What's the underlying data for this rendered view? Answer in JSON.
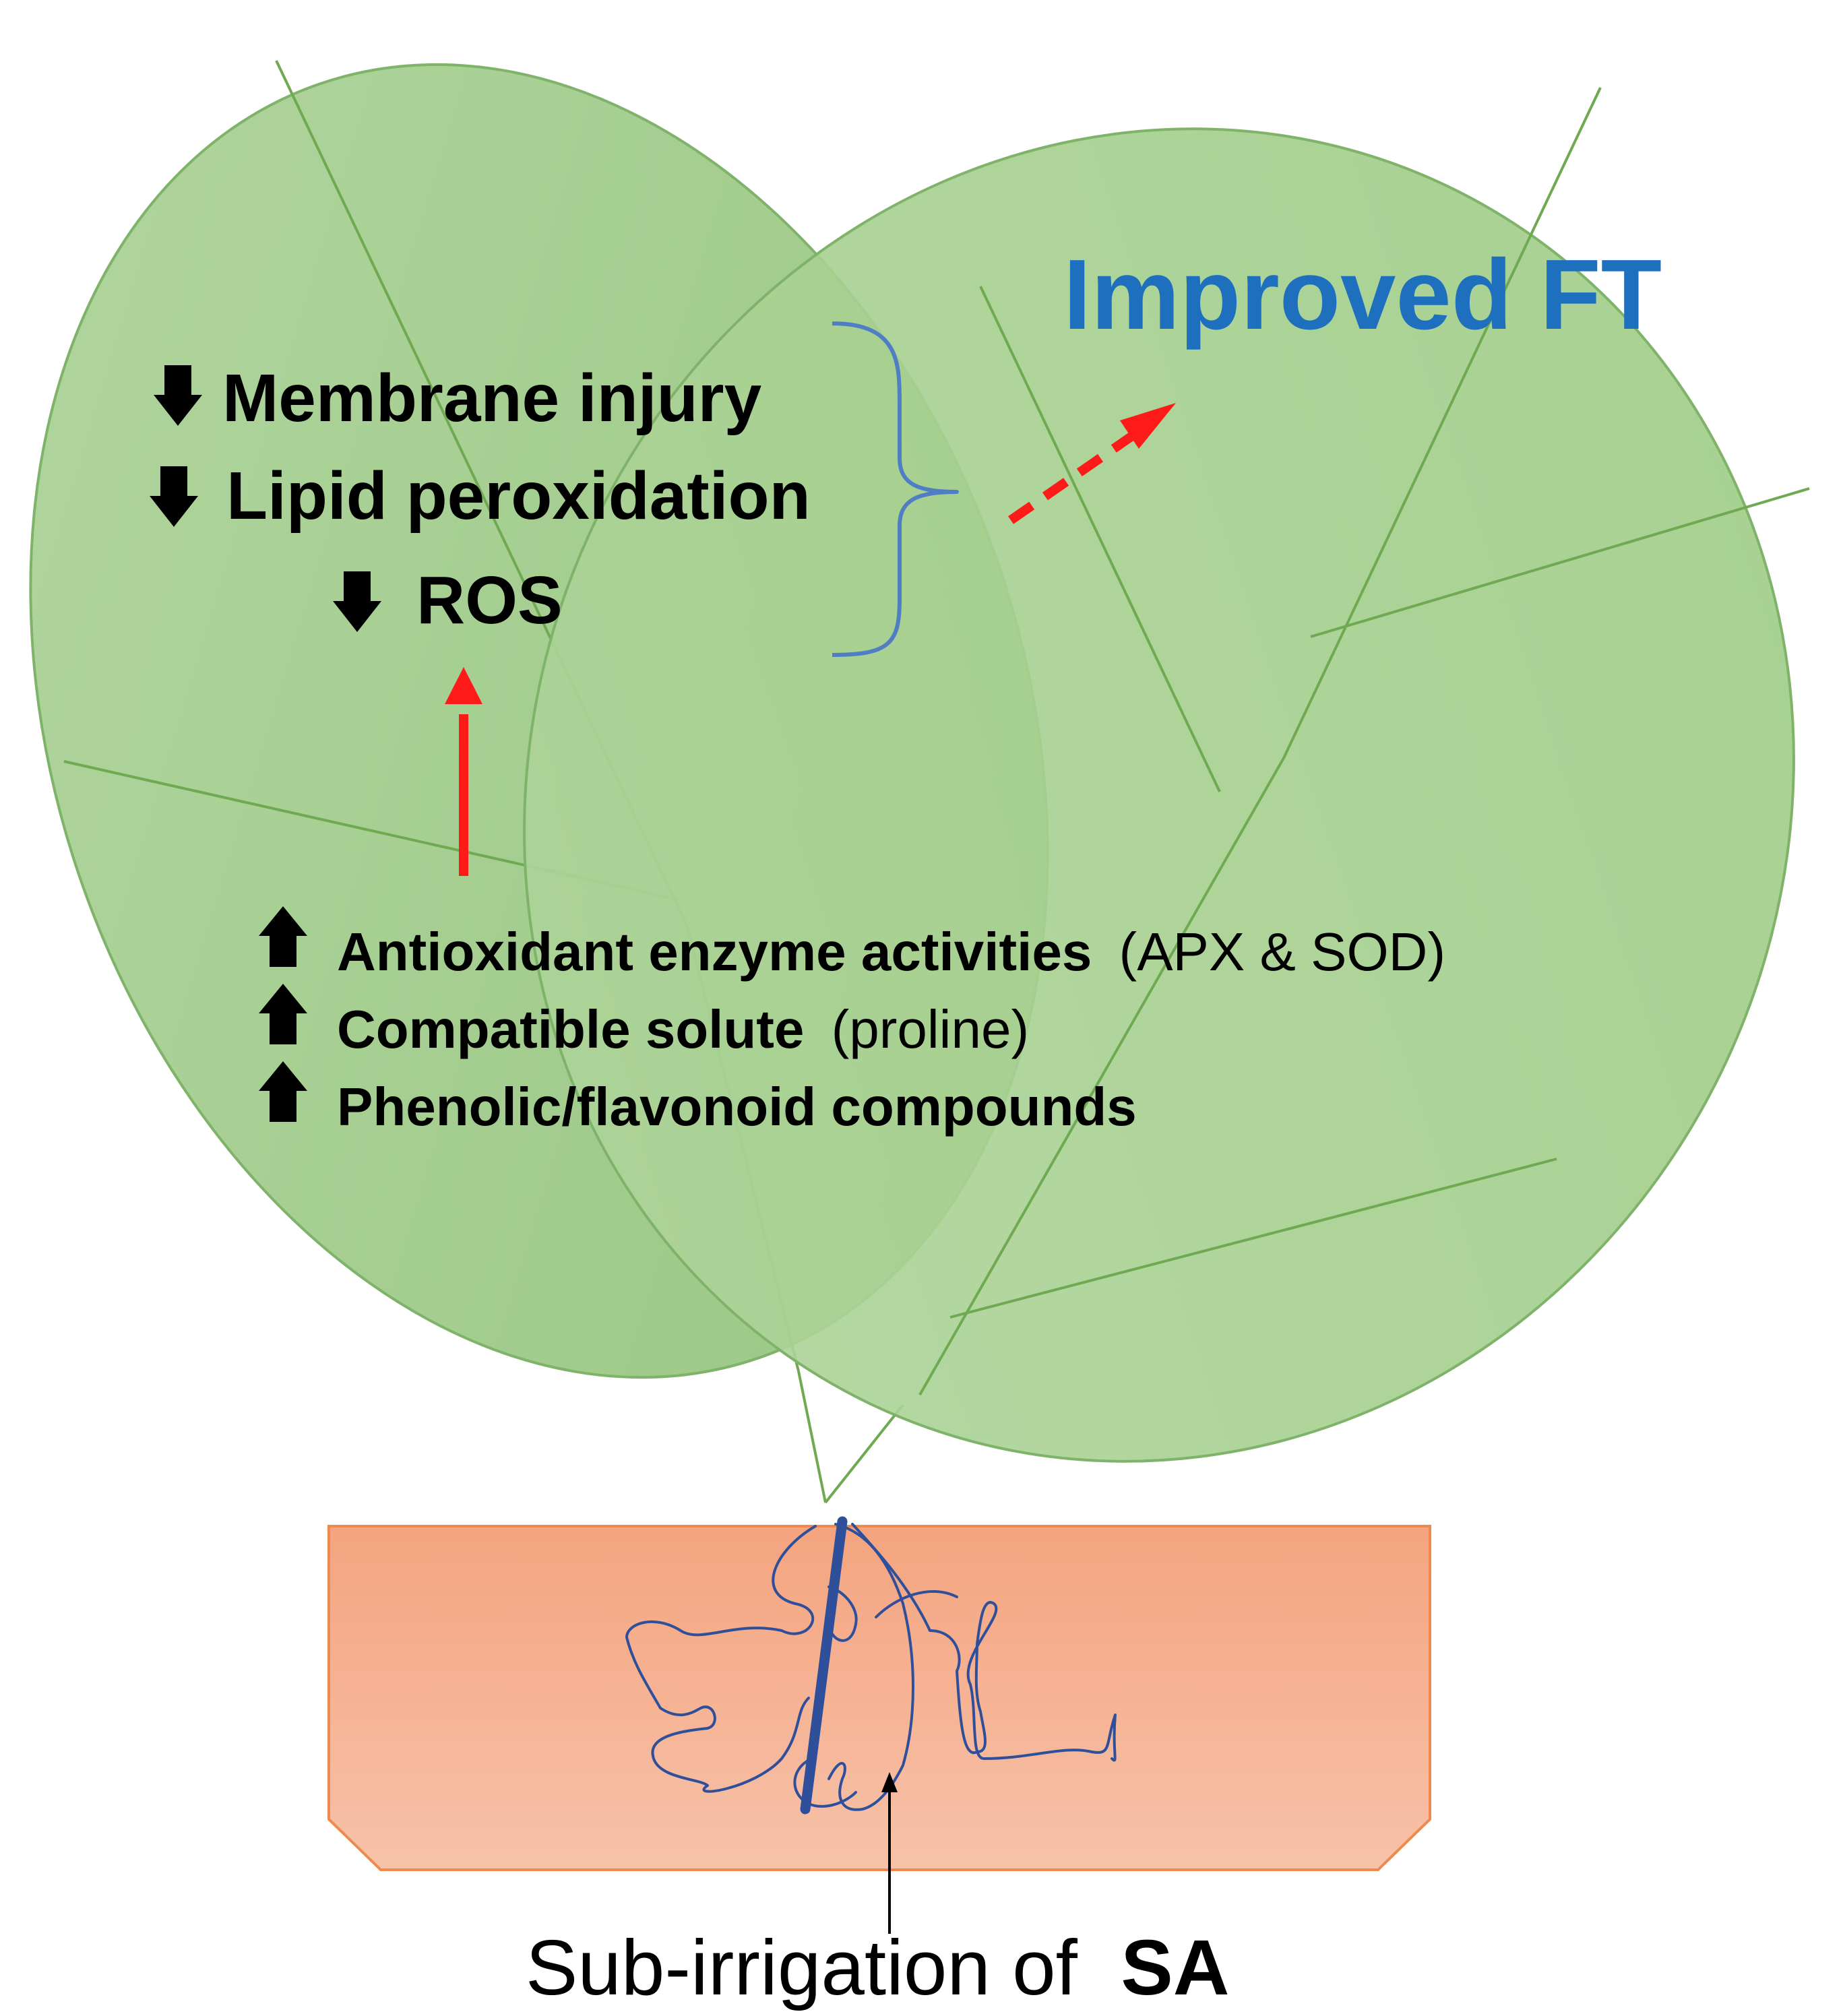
{
  "outcome": {
    "title": "Improved FT",
    "color": "#1f6fbf"
  },
  "decreases": [
    {
      "text": "Membrane injury"
    },
    {
      "text": "Lipid peroxidation"
    },
    {
      "text": "ROS"
    }
  ],
  "increases": [
    {
      "bold": "Antioxidant enzyme activities",
      "detail": "(APX & SOD)"
    },
    {
      "bold": "Compatible solute",
      "detail": "(proline)"
    },
    {
      "bold": "Phenolic/flavonoid compounds",
      "detail": ""
    }
  ],
  "treatment": {
    "prefix": "Sub-irrigation of ",
    "bold": "SA"
  },
  "colors": {
    "leaf_fill": "#a3cc8e",
    "leaf_stroke": "#7fb36a",
    "vein": "#6faa52",
    "pot_fill": "#f5ad8c",
    "pot_stroke": "#ee8a4e",
    "root": "#2f4f9a",
    "bracket": "#4f7ec4",
    "arrow_red": "#ff1a1a",
    "arrow_black": "#000000"
  },
  "icons": {
    "decrease": "down-arrow-icon",
    "increase": "up-arrow-icon"
  }
}
